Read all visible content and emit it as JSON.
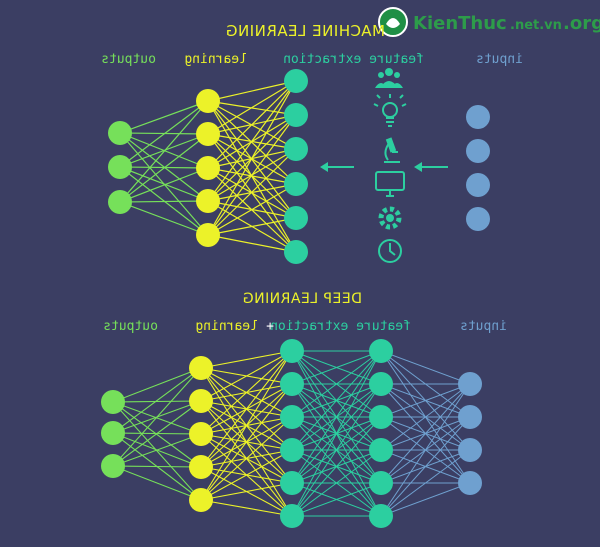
{
  "watermark": {
    "brand": "KienThuc",
    "domain": ".net.vn",
    "suffix": ".org"
  },
  "machine_learning": {
    "title": "MACHINE LEARNING",
    "labels": {
      "outputs": "outputs",
      "learning": "learning",
      "feature_extraction": "feature extraction",
      "inputs": "inputs"
    },
    "feature_icons": [
      "people-icon",
      "lightbulb-icon",
      "microscope-icon",
      "monitor-icon",
      "gear-icon",
      "clock-icon"
    ]
  },
  "deep_learning": {
    "title": "DEEP LEARNING",
    "labels": {
      "outputs": "outputs",
      "learning": "learning",
      "plus": "+",
      "feature_extraction": "feature extraction",
      "inputs": "inputs"
    }
  },
  "colors": {
    "background": "#3b3e63",
    "outputs": "#76e05a",
    "learning": "#ecf229",
    "features": "#2ccfa0",
    "inputs": "#6fa0cf",
    "icons": "#2ccfa0"
  }
}
